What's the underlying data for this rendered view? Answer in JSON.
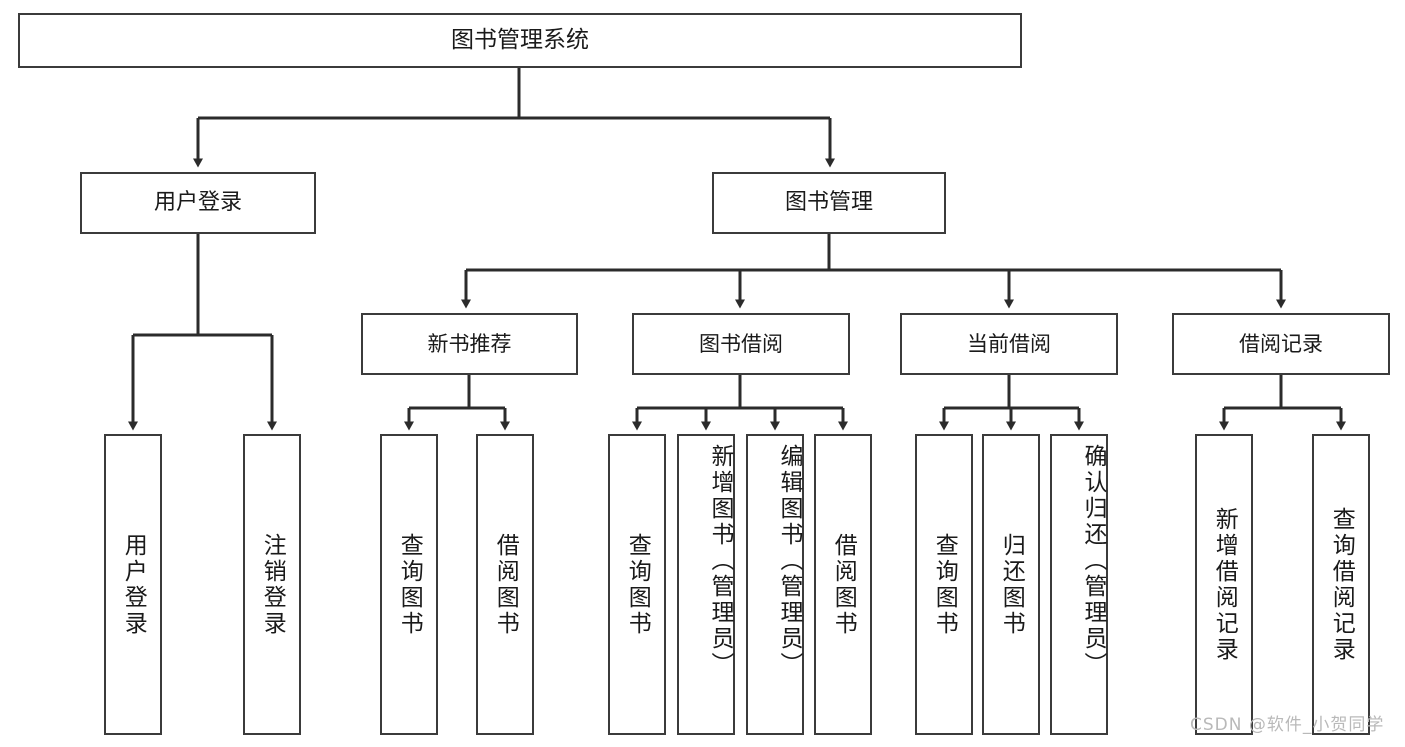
{
  "diagram": {
    "type": "tree",
    "title": "图书管理系统",
    "orientation": "top-down",
    "edge_style": "orthogonal-arrow",
    "colors": {
      "box_border": "#3b3b3b",
      "box_fill": "#ffffff",
      "edge": "#2b2b2b",
      "text": "#1a1a1a",
      "watermark": "#b9b9b9"
    }
  },
  "root": {
    "label": "图书管理系统"
  },
  "level2": [
    {
      "label": "用户登录"
    },
    {
      "label": "图书管理"
    }
  ],
  "level3": [
    {
      "label": "新书推荐"
    },
    {
      "label": "图书借阅"
    },
    {
      "label": "当前借阅"
    },
    {
      "label": "借阅记录"
    }
  ],
  "leaves": {
    "user_login": [
      {
        "label": "用户登录"
      },
      {
        "label": "注销登录"
      }
    ],
    "new_book_recommend": [
      {
        "label": "查询图书"
      },
      {
        "label": "借阅图书"
      }
    ],
    "book_borrow": [
      {
        "label": "查询图书"
      },
      {
        "label": "新增图书（管理员）"
      },
      {
        "label": "编辑图书（管理员）"
      },
      {
        "label": "借阅图书"
      }
    ],
    "current_borrow": [
      {
        "label": "查询图书"
      },
      {
        "label": "归还图书"
      },
      {
        "label": "确认归还（管理员）"
      }
    ],
    "borrow_record": [
      {
        "label": "新增借阅记录"
      },
      {
        "label": "查询借阅记录"
      }
    ]
  },
  "watermark": {
    "text": "CSDN @软件_小贺同学"
  }
}
